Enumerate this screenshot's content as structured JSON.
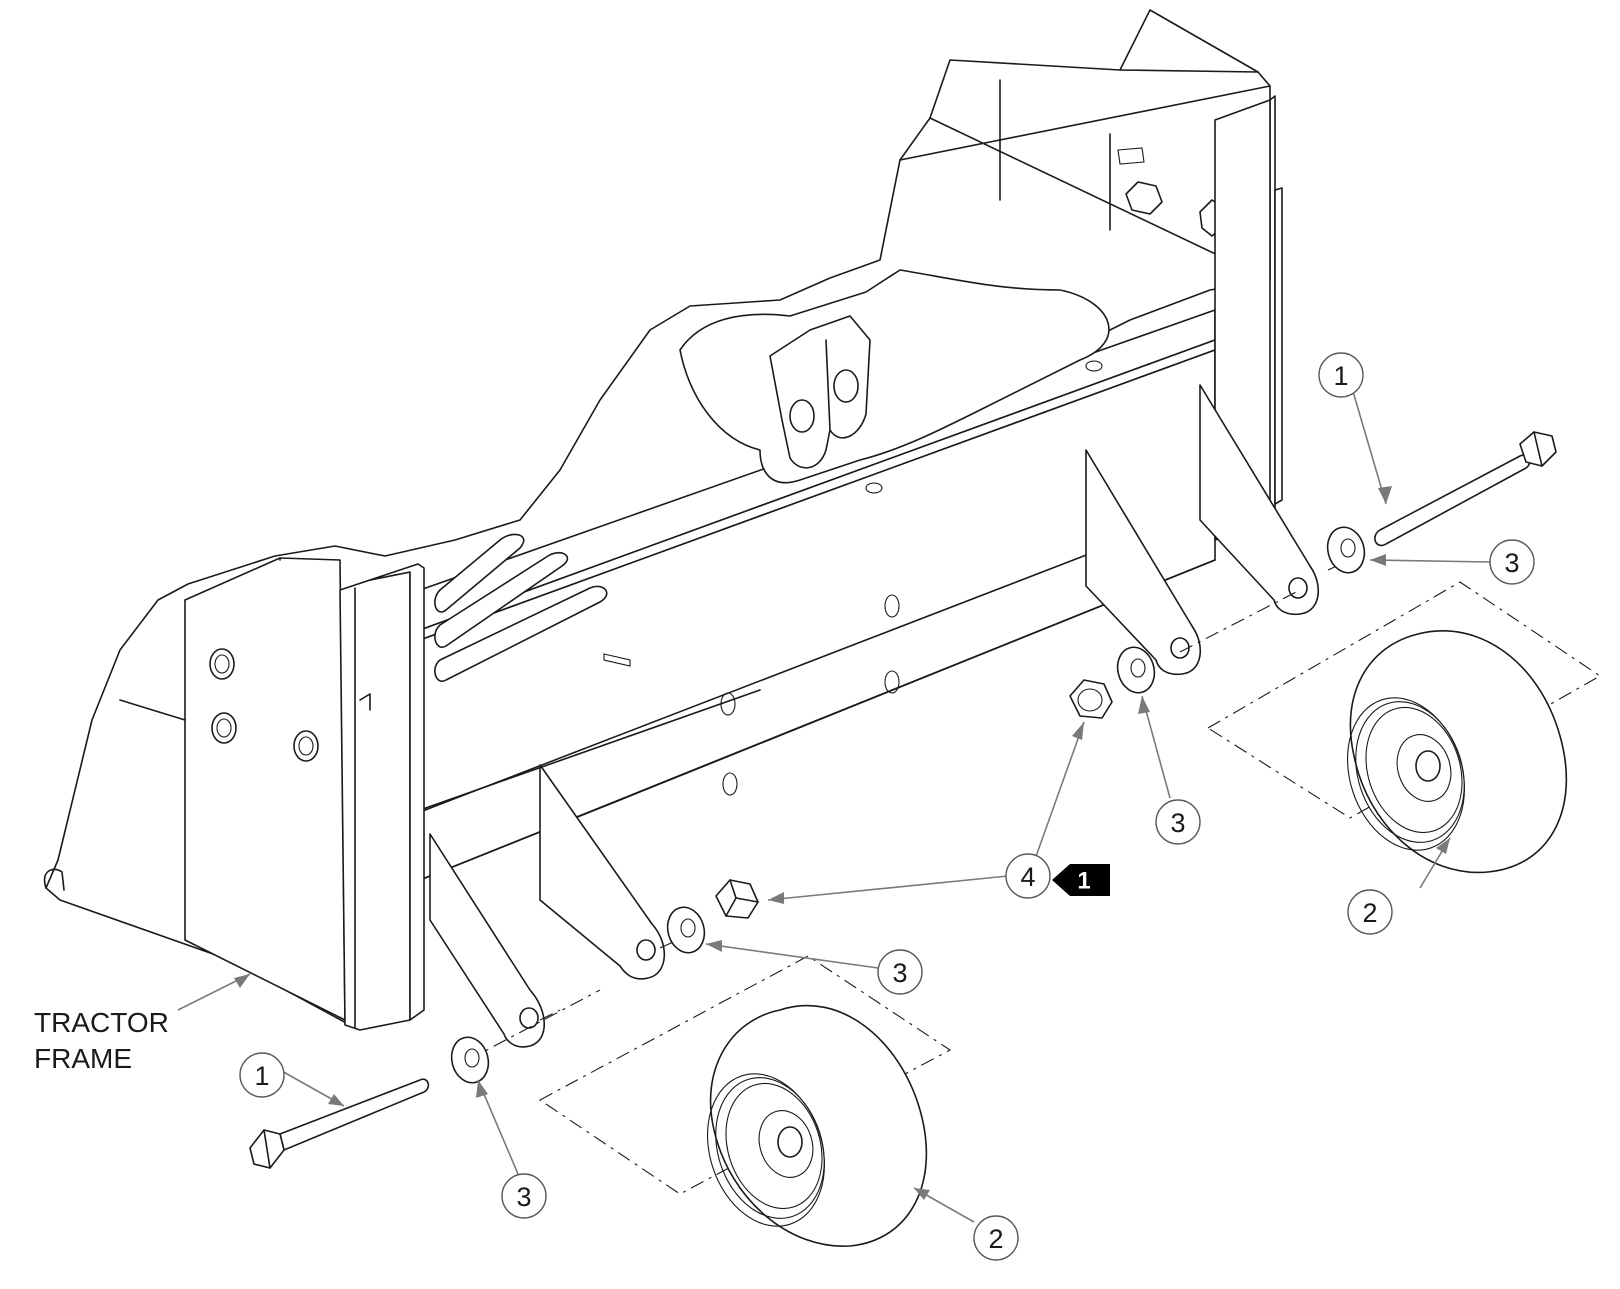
{
  "frame_label": {
    "line1": "TRACTOR",
    "line2": "FRAME"
  },
  "callouts": [
    {
      "id": "callout-1-right",
      "number": "1",
      "part": "pin"
    },
    {
      "id": "callout-3-right",
      "number": "3",
      "part": "washer"
    },
    {
      "id": "callout-2-right",
      "number": "2",
      "part": "wheel"
    },
    {
      "id": "callout-3-mid",
      "number": "3",
      "part": "washer"
    },
    {
      "id": "callout-4",
      "number": "4",
      "part": "nut"
    },
    {
      "id": "callout-3-center",
      "number": "3",
      "part": "washer"
    },
    {
      "id": "callout-1-left",
      "number": "1",
      "part": "pin"
    },
    {
      "id": "callout-3-left",
      "number": "3",
      "part": "washer"
    },
    {
      "id": "callout-2-left",
      "number": "2",
      "part": "wheel"
    }
  ],
  "note_tag": "1",
  "colors": {
    "line": "#1a1a1a",
    "leader": "#7a7a7a",
    "note_fill": "#000000",
    "background": "#ffffff"
  }
}
